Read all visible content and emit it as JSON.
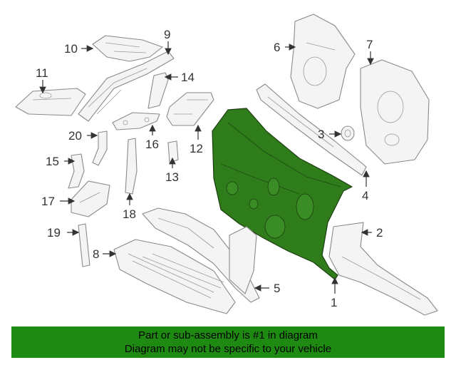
{
  "diagram": {
    "callouts": [
      "1",
      "2",
      "3",
      "4",
      "5",
      "6",
      "7",
      "8",
      "9",
      "10",
      "11",
      "12",
      "13",
      "14",
      "15",
      "16",
      "17",
      "18",
      "19",
      "20"
    ],
    "highlight_color": "#2f7d1a"
  },
  "banner": {
    "line1": "Part or sub-assembly is #1 in diagram",
    "line2": "Diagram may not be specific to your vehicle",
    "background": "#1f8a12"
  }
}
